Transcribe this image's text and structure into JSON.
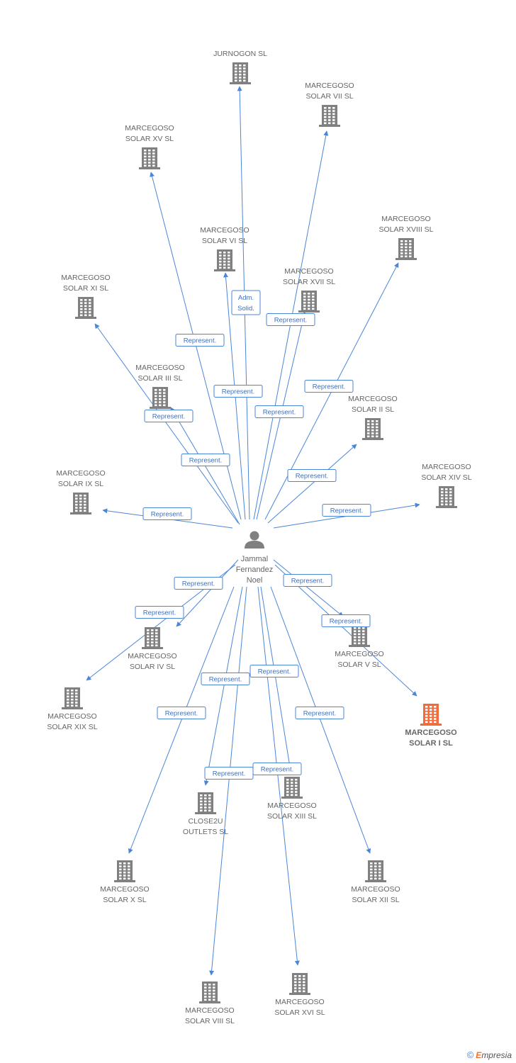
{
  "colors": {
    "edge": "#4a86d8",
    "company": "#808080",
    "highlight": "#f26b3a",
    "person": "#808080"
  },
  "person": {
    "name_lines": [
      "Jammal",
      "Fernandez",
      "Noel"
    ],
    "icon": "person-icon"
  },
  "companies": [
    {
      "id": "jurnogon",
      "lines": [
        "JURNOGON  SL"
      ]
    },
    {
      "id": "xv",
      "lines": [
        "MARCEGOSO",
        "SOLAR XV SL"
      ]
    },
    {
      "id": "vii",
      "lines": [
        "MARCEGOSO",
        "SOLAR VII SL"
      ]
    },
    {
      "id": "vi",
      "lines": [
        "MARCEGOSO",
        "SOLAR VI SL"
      ]
    },
    {
      "id": "xviii",
      "lines": [
        "MARCEGOSO",
        "SOLAR XVIII SL"
      ]
    },
    {
      "id": "xi",
      "lines": [
        "MARCEGOSO",
        "SOLAR XI SL"
      ]
    },
    {
      "id": "xvii",
      "lines": [
        "MARCEGOSO",
        "SOLAR XVII SL"
      ]
    },
    {
      "id": "iii",
      "lines": [
        "MARCEGOSO",
        "SOLAR III SL"
      ]
    },
    {
      "id": "ii",
      "lines": [
        "MARCEGOSO",
        "SOLAR II SL"
      ]
    },
    {
      "id": "ix",
      "lines": [
        "MARCEGOSO",
        "SOLAR IX SL"
      ]
    },
    {
      "id": "xiv",
      "lines": [
        "MARCEGOSO",
        "SOLAR XIV SL"
      ]
    },
    {
      "id": "iv",
      "lines": [
        "MARCEGOSO",
        "SOLAR IV SL"
      ]
    },
    {
      "id": "v",
      "lines": [
        "MARCEGOSO",
        "SOLAR V SL"
      ]
    },
    {
      "id": "xix",
      "lines": [
        "MARCEGOSO",
        "SOLAR XIX SL"
      ]
    },
    {
      "id": "i",
      "lines": [
        "MARCEGOSO",
        "SOLAR I SL"
      ],
      "highlight": true
    },
    {
      "id": "close2u",
      "lines": [
        "CLOSE2U",
        "OUTLETS SL"
      ]
    },
    {
      "id": "xiii",
      "lines": [
        "MARCEGOSO",
        "SOLAR XIII SL"
      ]
    },
    {
      "id": "x",
      "lines": [
        "MARCEGOSO",
        "SOLAR X SL"
      ]
    },
    {
      "id": "xii",
      "lines": [
        "MARCEGOSO",
        "SOLAR XII SL"
      ]
    },
    {
      "id": "viii",
      "lines": [
        "MARCEGOSO",
        "SOLAR VIII SL"
      ]
    },
    {
      "id": "xvi",
      "lines": [
        "MARCEGOSO",
        "SOLAR XVI SL"
      ]
    }
  ],
  "edges": [
    {
      "to": "jurnogon",
      "label": [
        "Adm.",
        "Solid."
      ]
    },
    {
      "to": "xv",
      "label": [
        "Represent."
      ]
    },
    {
      "to": "vii",
      "label": [
        "Represent."
      ]
    },
    {
      "to": "vi",
      "label": [
        "Represent."
      ]
    },
    {
      "to": "xviii",
      "label": [
        "Represent."
      ]
    },
    {
      "to": "xi",
      "label": [
        "Represent."
      ]
    },
    {
      "to": "xvii",
      "label": [
        "Represent."
      ]
    },
    {
      "to": "iii",
      "label": [
        "Represent."
      ]
    },
    {
      "to": "ii",
      "label": [
        "Represent."
      ]
    },
    {
      "to": "ix",
      "label": [
        "Represent."
      ]
    },
    {
      "to": "xiv",
      "label": [
        "Represent."
      ]
    },
    {
      "to": "iv",
      "label": [
        "Represent."
      ]
    },
    {
      "to": "v",
      "label": [
        "Represent."
      ]
    },
    {
      "to": "xix",
      "label": [
        "Represent."
      ]
    },
    {
      "to": "i",
      "label": [
        "Represent."
      ]
    },
    {
      "to": "close2u",
      "label": [
        "Represent."
      ]
    },
    {
      "to": "xiii",
      "label": [
        "Represent."
      ]
    },
    {
      "to": "x",
      "label": [
        "Represent."
      ]
    },
    {
      "to": "xii",
      "label": [
        "Represent."
      ]
    },
    {
      "to": "viii",
      "label": [
        "Represent."
      ]
    },
    {
      "to": "xvi",
      "label": [
        "Represent."
      ]
    }
  ],
  "footer": {
    "copyright": "©",
    "brand_initial": "E",
    "brand_rest": "mpresia"
  }
}
